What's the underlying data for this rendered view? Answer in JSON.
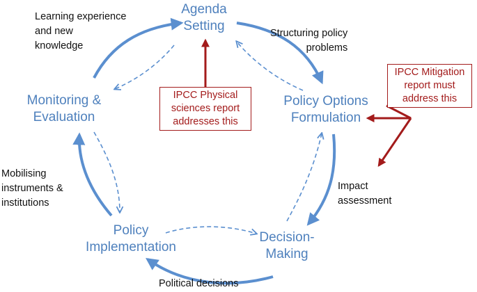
{
  "stages": {
    "agenda": [
      "Agenda",
      "Setting"
    ],
    "formulation": [
      "Policy Options",
      "Formulation"
    ],
    "decision": [
      "Decision-",
      "Making"
    ],
    "implementation": [
      "Policy",
      "Implementation"
    ],
    "monitoring": [
      "Monitoring &",
      "Evaluation"
    ]
  },
  "labels": {
    "learning": [
      "Learning experience",
      "and new",
      "knowledge"
    ],
    "structuring": [
      "Structuring policy",
      "problems"
    ],
    "impact": [
      "Impact",
      "assessment"
    ],
    "political": [
      "Political decisions"
    ],
    "mobilising": [
      "Mobilising",
      "instruments &",
      "institutions"
    ]
  },
  "callouts": {
    "physical": [
      "IPCC Physical",
      "sciences report",
      "addresses this"
    ],
    "mitigation": [
      "IPCC Mitigation",
      "report must",
      "address this"
    ]
  },
  "colors": {
    "stage_text": "#4f81bd",
    "cycle_arrow": "#5b8fcf",
    "callout": "#a31b1b",
    "label_text": "#111111"
  }
}
